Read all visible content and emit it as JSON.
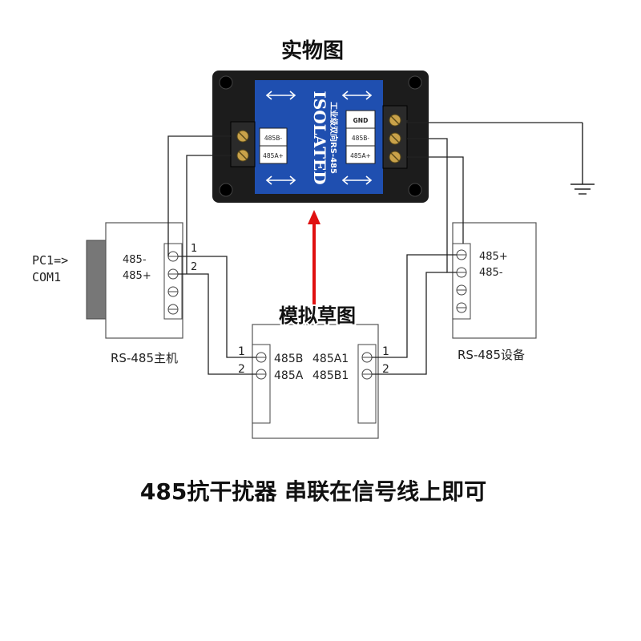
{
  "title_top": "实物图",
  "title_mid": "模拟草图",
  "caption": "485抗干扰器 串联在信号线上即可",
  "device": {
    "brand": "ISOLATED",
    "subtitle": "工业级双向RS-485",
    "left_terms": [
      "485B-",
      "485A+"
    ],
    "right_terms": [
      "GND",
      "485B-",
      "485A+"
    ]
  },
  "host": {
    "label": "RS-485主机",
    "pc_line1": "PC1=>",
    "pc_line2": "COM1",
    "terms": [
      "485-",
      "485+"
    ],
    "wire_nums": [
      "1",
      "2"
    ]
  },
  "sketch": {
    "left_terms": [
      "485B",
      "485A"
    ],
    "right_terms": [
      "485A1",
      "485B1"
    ],
    "left_nums": [
      "1",
      "2"
    ],
    "right_nums": [
      "1",
      "2"
    ]
  },
  "slave": {
    "label": "RS-485设备",
    "terms": [
      "485+",
      "485-"
    ]
  },
  "colors": {
    "device_body": "#1c1c1c",
    "panel": "#1f4fb0",
    "arrow": "#e01010"
  }
}
